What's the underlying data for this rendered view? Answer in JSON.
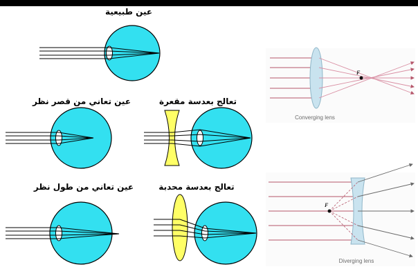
{
  "colors": {
    "top_bar": "#000000",
    "eye_fill": "#33e0f0",
    "corrective_lens_fill": "#ffff66",
    "photo_lens_fill": "#c9e3ef",
    "ray_red": "#b5566a",
    "ray_pink": "#d98fa3",
    "ray_gray": "#6a6a6a"
  },
  "labels": {
    "normal_eye": "عين طبيعية",
    "myopia_eye": "عين تعاني من قصر نظر",
    "myopia_treated": "تعالج بعدسة مقعرة",
    "hyperopia_eye": "عين تعاني من طول نظر",
    "hyperopia_treated": "تعالج بعدسة محدبة",
    "converging_caption": "Converging lens",
    "diverging_caption": "Diverging lens",
    "focal_point_converging": "F",
    "focal_point_diverging": "F"
  }
}
